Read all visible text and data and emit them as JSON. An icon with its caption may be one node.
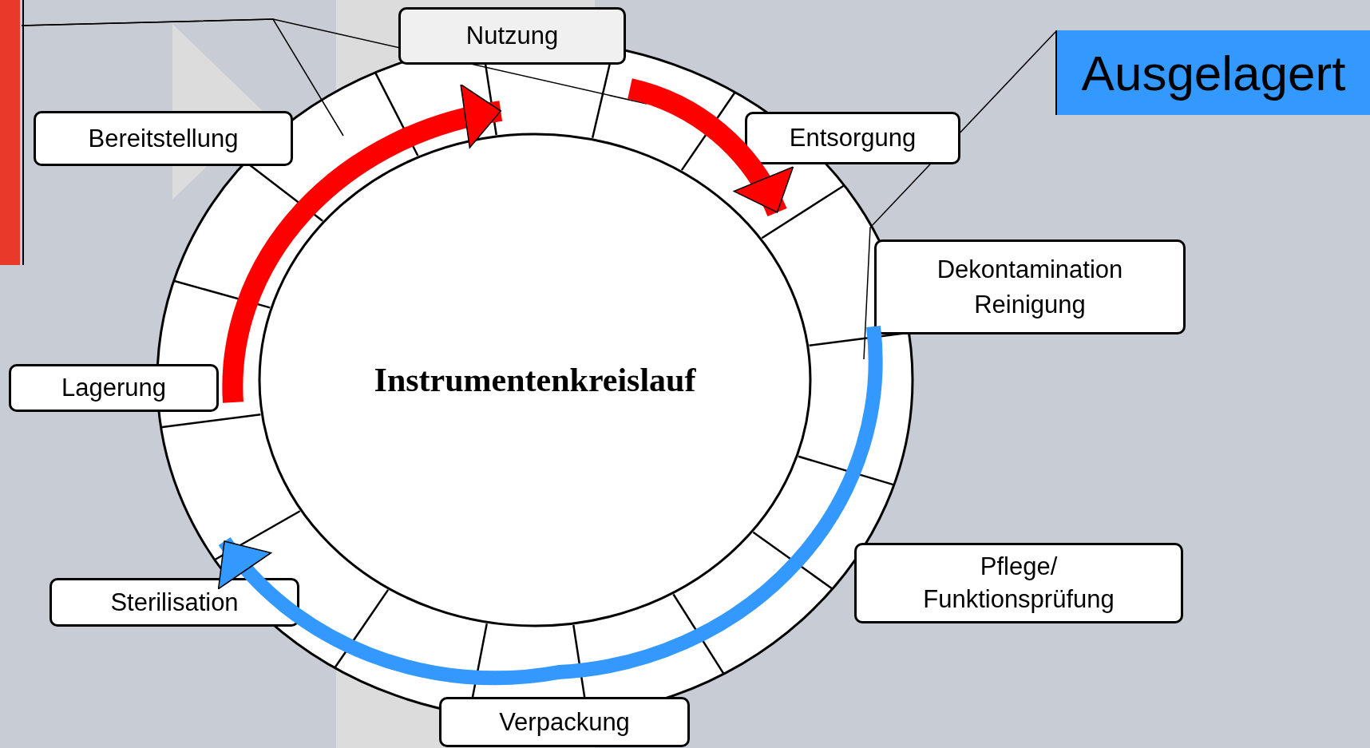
{
  "diagram": {
    "nodes": [
      {
        "text": [
          "Instrumentenkreislauf"
        ]
      },
      {
        "text": [
          "Nutzung"
        ]
      },
      {
        "text": [
          "Entsorgung"
        ]
      },
      {
        "text": [
          "Dekontamination Reinigung"
        ]
      },
      {
        "text": [
          "Pflege/ Funktionsprüfung"
        ]
      },
      {
        "text": [
          "Verpackung"
        ]
      },
      {
        "text": [
          "Sterilisation"
        ]
      },
      {
        "text": [
          "Lagerung"
        ]
      },
      {
        "text": [
          "Bereitstellung"
        ]
      },
      {
        "text": [
          "Ausgelagert"
        ]
      },
      {
        "text": [],
        "shape": "bar"
      }
    ],
    "edges": [
      {
        "from": 7,
        "to": 1,
        "arrow": "to",
        "style": "thick",
        "color": "#ff0000"
      },
      {
        "from": 1,
        "to": 2,
        "arrow": "to",
        "style": "thick",
        "color": "#ff0000"
      },
      {
        "from": 3,
        "to": 6,
        "arrow": "to",
        "style": "thick",
        "color": "#3399ff"
      },
      {
        "from": 10,
        "to": null,
        "arrow": "none"
      },
      {
        "from": 10,
        "to": null,
        "arrow": "none"
      },
      {
        "from": 9,
        "to": null,
        "arrow": "none"
      }
    ]
  }
}
